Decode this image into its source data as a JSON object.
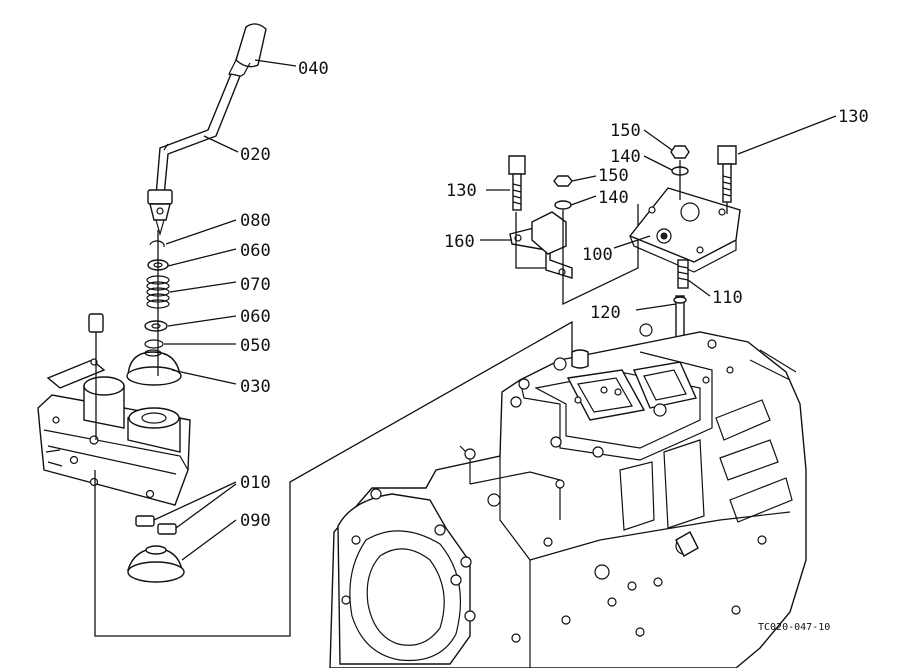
{
  "callouts": {
    "c040": "040",
    "c020": "020",
    "c080": "080",
    "c060a": "060",
    "c070": "070",
    "c060b": "060",
    "c050": "050",
    "c030": "030",
    "c010": "010",
    "c090": "090",
    "c130a": "130",
    "c150a": "150",
    "c140a": "140",
    "c160": "160",
    "c100": "100",
    "c150b": "150",
    "c140b": "140",
    "c130b": "130",
    "c110": "110",
    "c120": "120"
  },
  "figure_code": "TC020-047-10"
}
